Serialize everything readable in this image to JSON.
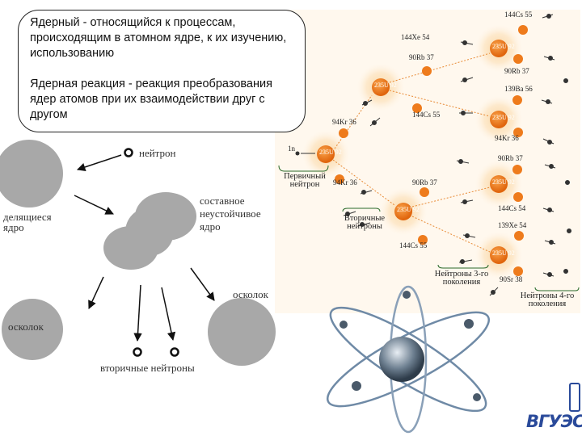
{
  "definitions": {
    "nuclear": "Ядерный - относящийся к процессам, происходящим в атомном ядре, к их изучению, использованию",
    "reaction": "Ядерная реакция - реакция преобразования ядер атомов при их взаимодействии друг с другом"
  },
  "fission": {
    "neutron": "нейтрон",
    "fissile_nucleus": "делящиеся ядро",
    "compound": "составное неустойчивое ядро",
    "fragment_left": "осколок",
    "fragment_right": "осколок",
    "secondary_neutrons": "вторичные нейтроны"
  },
  "chain": {
    "primary_neutron": "Первичный нейтрон",
    "secondary_neutrons": "Вторичные нейтроны",
    "third_gen": "Нейтроны 3-го поколения",
    "fourth_gen": "Нейтроны 4-го поколения",
    "neutron_symbol": "1n",
    "uranium": "235U 92",
    "products": [
      "144Cs 55",
      "90Rb 37",
      "90Rb 37",
      "139Ba 56",
      "94Kr 36",
      "144Cs 55",
      "94Kr 36",
      "90Rb 37",
      "94Kr 36",
      "90Rb 37",
      "144Cs 54",
      "139Xe 54",
      "144Cs 55",
      "90Sr 38",
      "144Xe 54"
    ]
  },
  "logo": {
    "text": "ВГУЭС"
  },
  "colors": {
    "nucleus_gray": "#a8a8a8",
    "uranium_orange": "#ee7b1c",
    "glow": "#fde9cc",
    "logo_blue": "#2a4a9a"
  }
}
